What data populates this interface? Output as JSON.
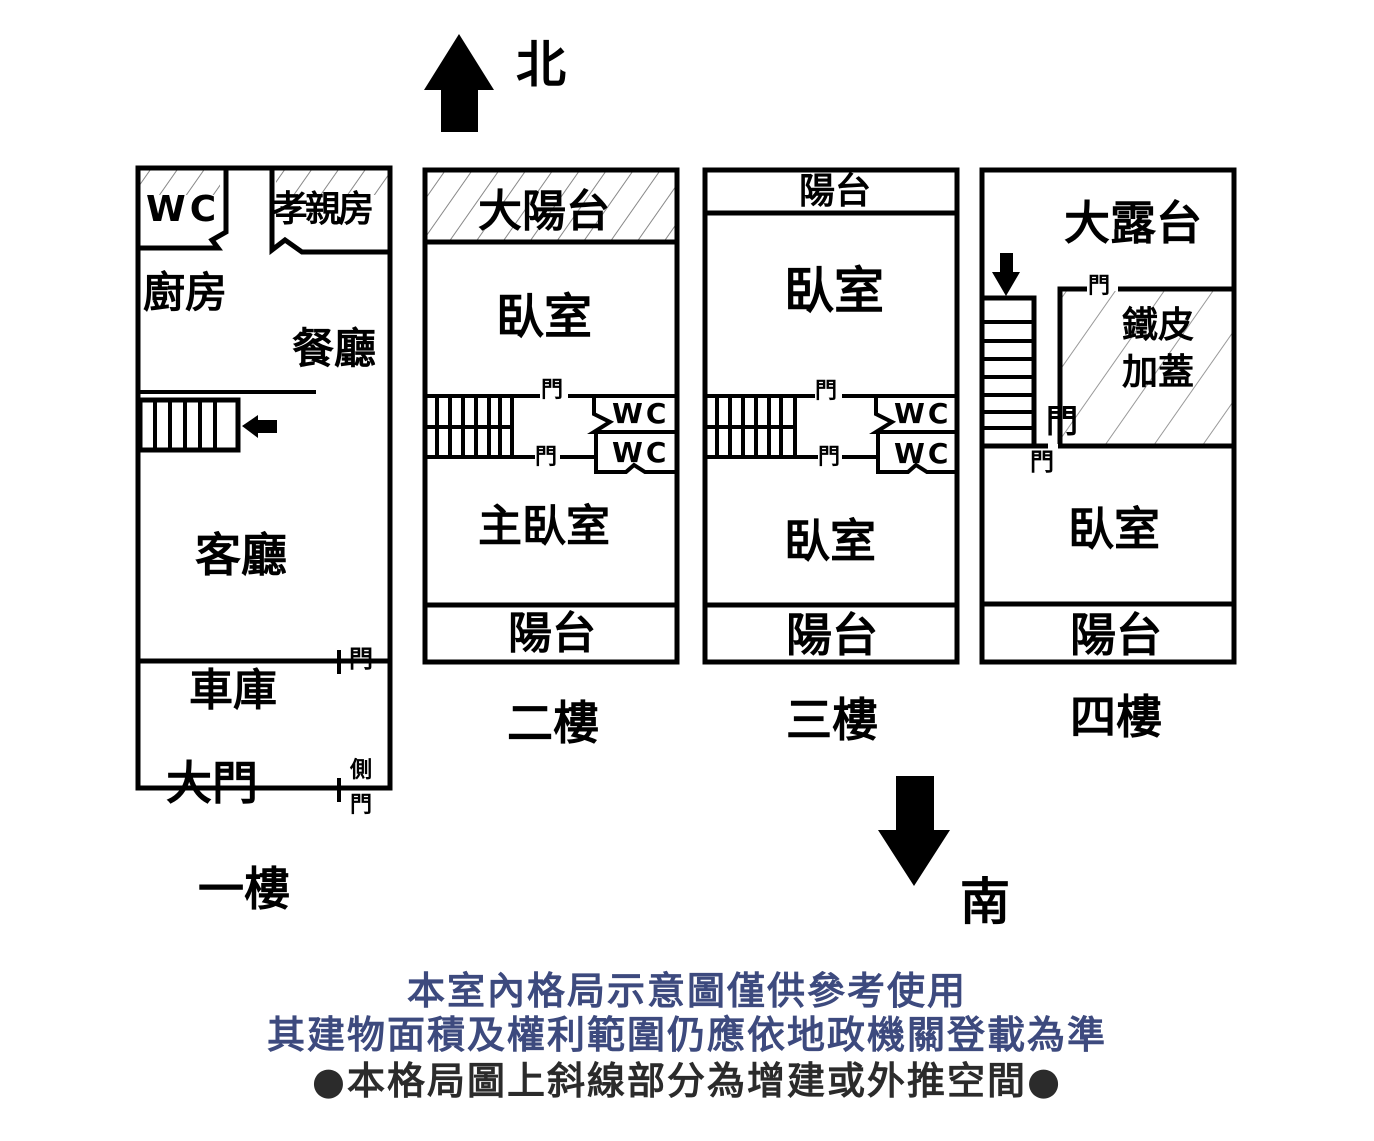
{
  "compass": {
    "north": "北",
    "south": "南"
  },
  "colors": {
    "line": "#000000",
    "hatch": "#888888",
    "notice_primary": "#3d4a7e",
    "notice_secondary": "#2b2b2b"
  },
  "floors": [
    {
      "name": "一樓",
      "rooms": {
        "wc": "WC",
        "filial_room": "孝親房",
        "kitchen": "廚房",
        "dining": "餐廳",
        "living": "客廳",
        "garage": "車庫",
        "main_door": "大門"
      },
      "doors": {
        "garage_door": "門",
        "side_door_top": "側",
        "side_door_bottom": "門"
      },
      "icons": [
        "hatch-extension",
        "stairs-icon",
        "arrow-left-icon"
      ]
    },
    {
      "name": "二樓",
      "rooms": {
        "big_balcony": "大陽台",
        "bedroom": "臥室",
        "wc_top": "WC",
        "wc_bottom": "WC",
        "master_bedroom": "主臥室",
        "balcony": "陽台"
      },
      "doors": {
        "door_top": "門",
        "door_bottom": "門"
      }
    },
    {
      "name": "三樓",
      "rooms": {
        "balcony_top": "陽台",
        "bedroom_top": "臥室",
        "wc_top": "WC",
        "wc_bottom": "WC",
        "bedroom_bottom": "臥室",
        "balcony": "陽台"
      },
      "doors": {
        "door_top": "門",
        "door_bottom": "門"
      }
    },
    {
      "name": "四樓",
      "rooms": {
        "big_terrace": "大露台",
        "iron_roof_line1": "鐵皮",
        "iron_roof_line2": "加蓋",
        "bedroom": "臥室",
        "balcony": "陽台"
      },
      "doors": {
        "door_top": "門",
        "door_left": "門",
        "door_bottom": "門"
      }
    }
  ],
  "notice": {
    "line1": "本室內格局示意圖僅供參考使用",
    "line2": "其建物面積及權利範圍仍應依地政機關登載為準",
    "line3": "●本格局圖上斜線部分為增建或外推空間●"
  }
}
